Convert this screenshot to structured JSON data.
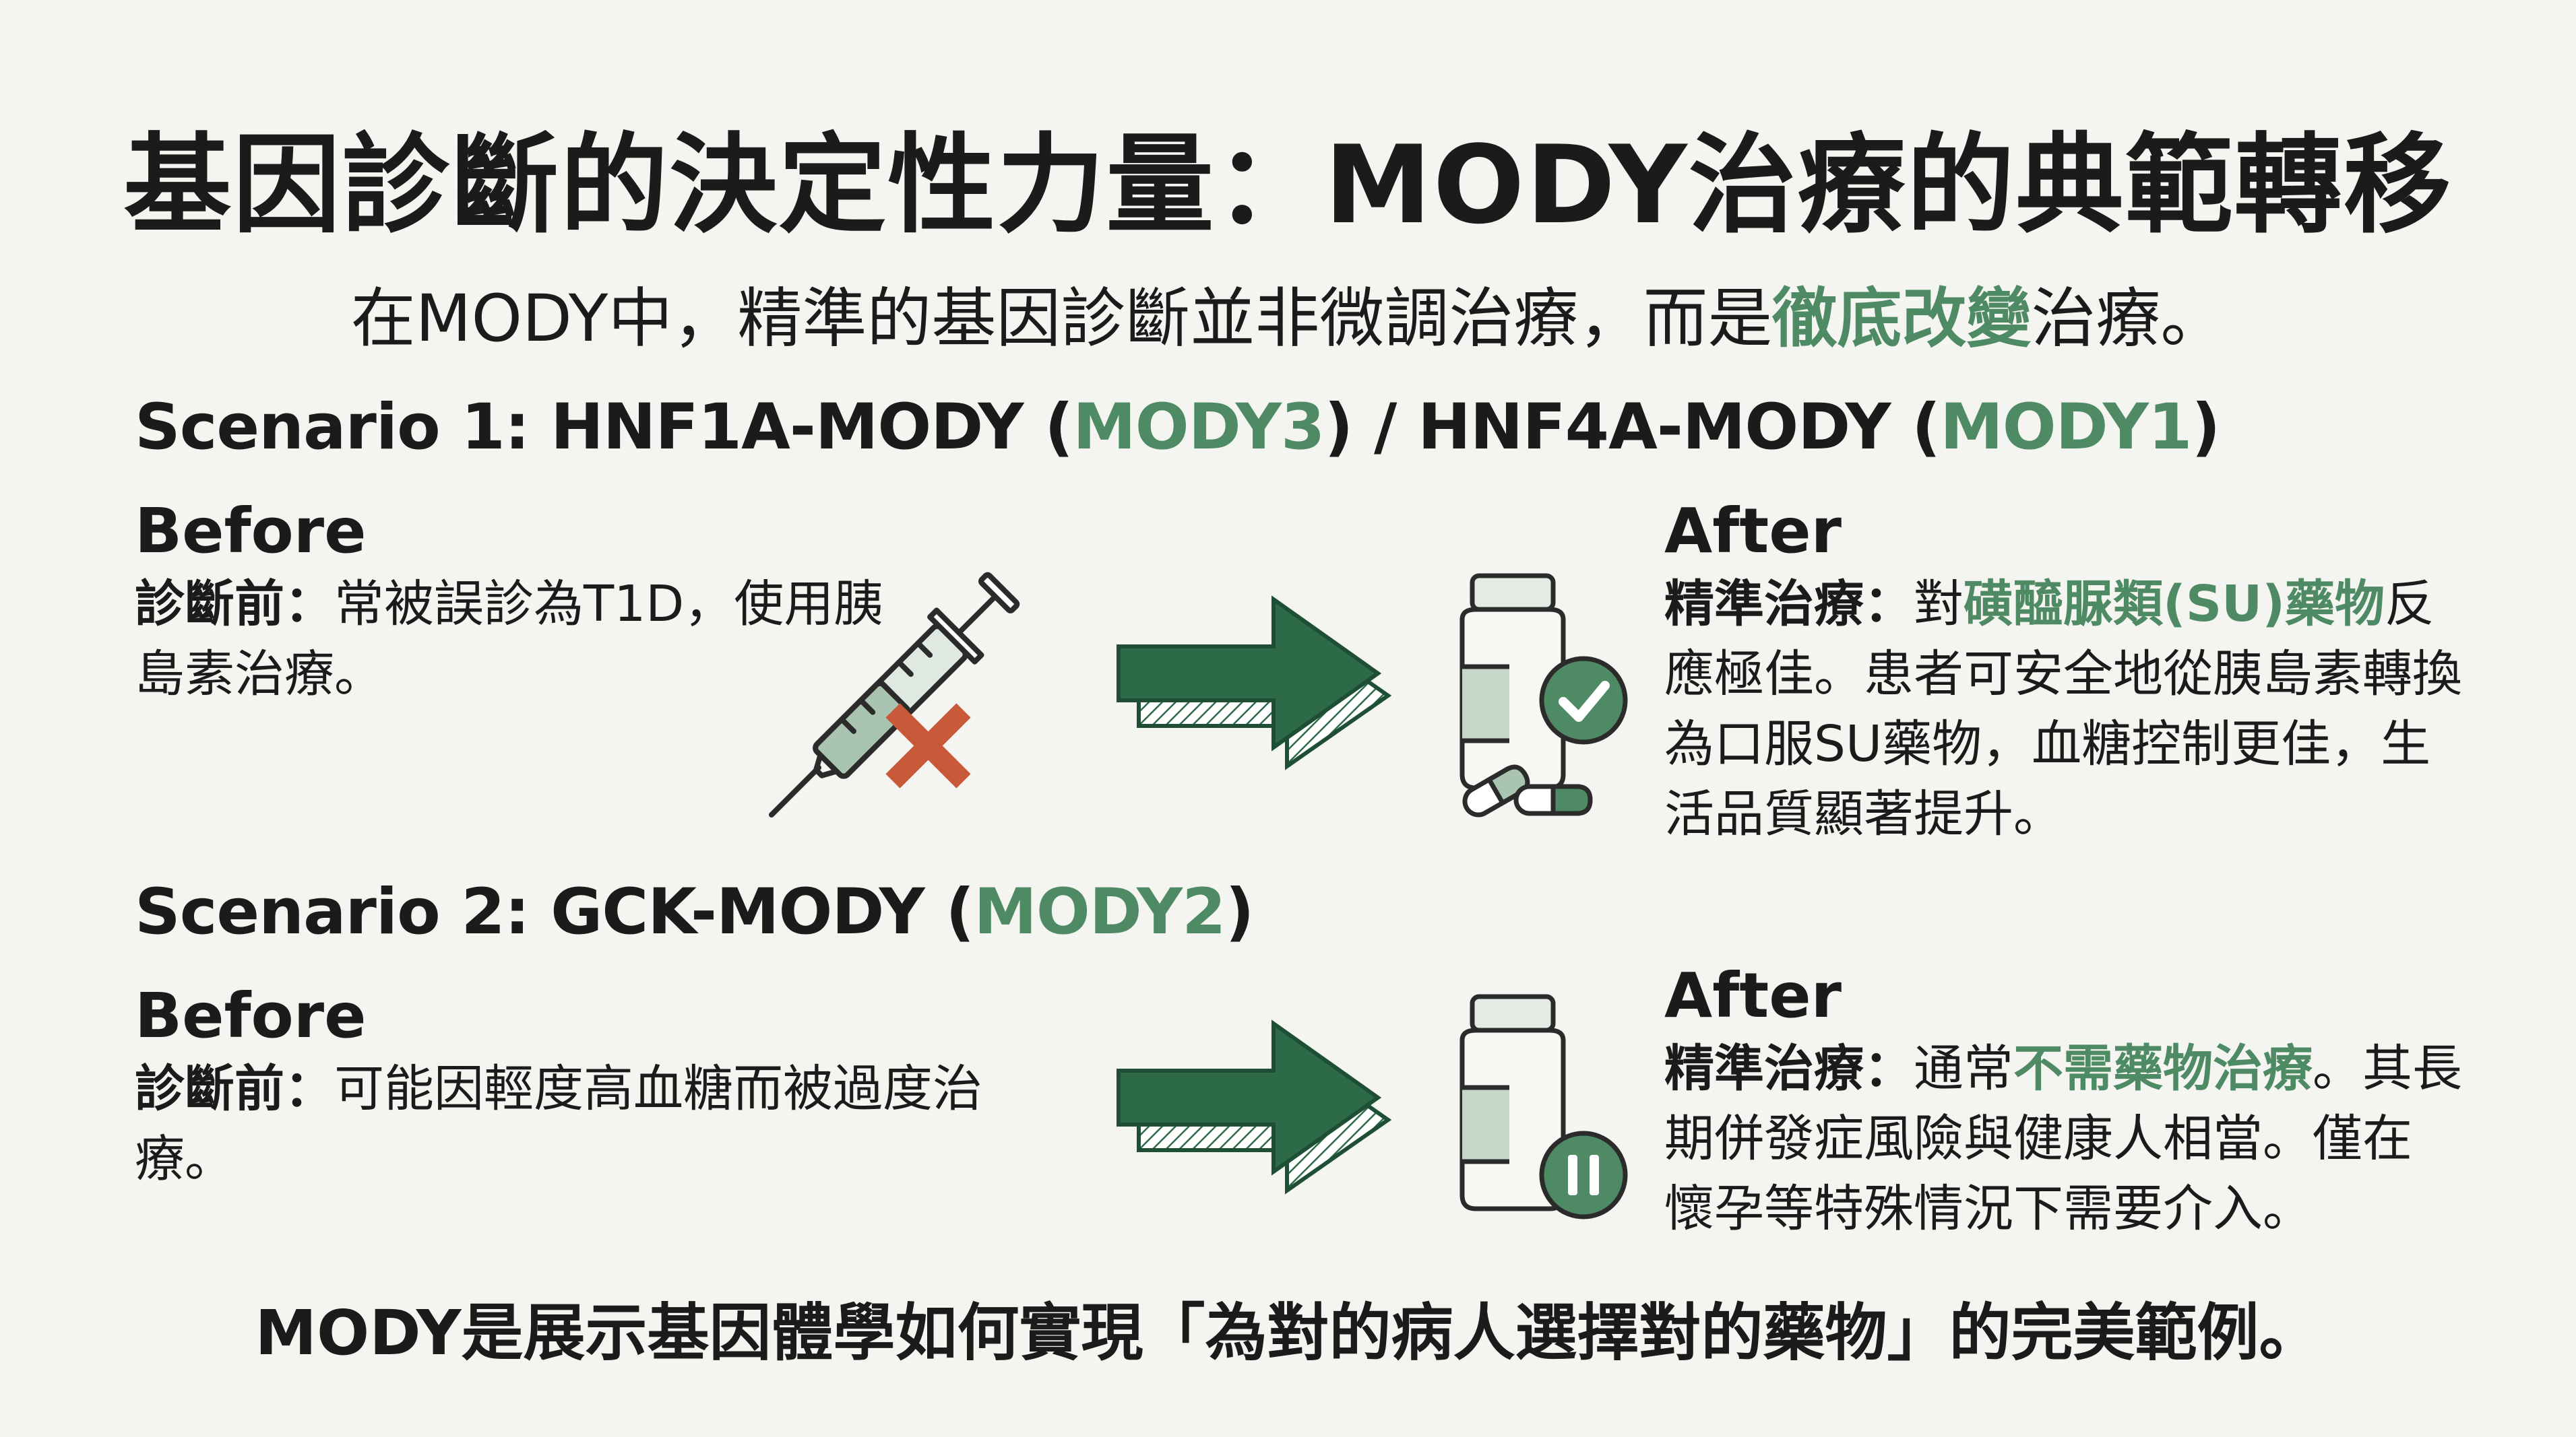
{
  "title": "基因診斷的決定性力量：MODY治療的典範轉移",
  "subtitle": {
    "pre": "在MODY中，精準的基因診斷並非微調治療，而是",
    "highlight": "徹底改變",
    "post": "治療。"
  },
  "scenario1": {
    "heading_pre": "Scenario 1: HNF1A-MODY (",
    "heading_acc1": "MODY3",
    "heading_mid": ") / HNF4A-MODY (",
    "heading_acc2": "MODY1",
    "heading_post": ")",
    "before_label": "Before",
    "before_lead": "診斷前：",
    "before_line1": "常被誤診為T1D，使用胰",
    "before_line2": "島素治療。",
    "after_label": "After",
    "after_lead": "精準治療：",
    "after_pre": "對",
    "after_highlight": "磺醯脲類(SU)藥物",
    "after_line1_post": "反",
    "after_line2": "應極佳。患者可安全地從胰島素轉換",
    "after_line3": "為口服SU藥物，血糖控制更佳，生",
    "after_line4": "活品質顯著提升。"
  },
  "scenario2": {
    "heading_pre": "Scenario 2: GCK-MODY (",
    "heading_acc": "MODY2",
    "heading_post": ")",
    "before_label": "Before",
    "before_lead": "診斷前：",
    "before_line1": "可能因輕度高血糖而被過度治",
    "before_line2": "療。",
    "after_label": "After",
    "after_lead": "精準治療：",
    "after_pre": "通常",
    "after_highlight": "不需藥物治療",
    "after_line1_post": "。其長",
    "after_line2": "期併發症風險與健康人相當。僅在",
    "after_line3": "懷孕等特殊情況下需要介入。"
  },
  "footer": "MODY是展示基因體學如何實現「為對的病人選擇對的藥物」的完美範例。",
  "icons": {
    "syringe": "syringe-crossed-icon",
    "arrow": "right-arrow-icon",
    "bottle_check": "pill-bottle-check-icon",
    "bottle_pause": "pill-bottle-pause-icon",
    "capsules": "capsules-icon"
  },
  "colors": {
    "accent": "#4e8a64",
    "arrow_dark": "#2d6a48",
    "cross": "#c85a3a",
    "bg": "#f4f4f1"
  }
}
